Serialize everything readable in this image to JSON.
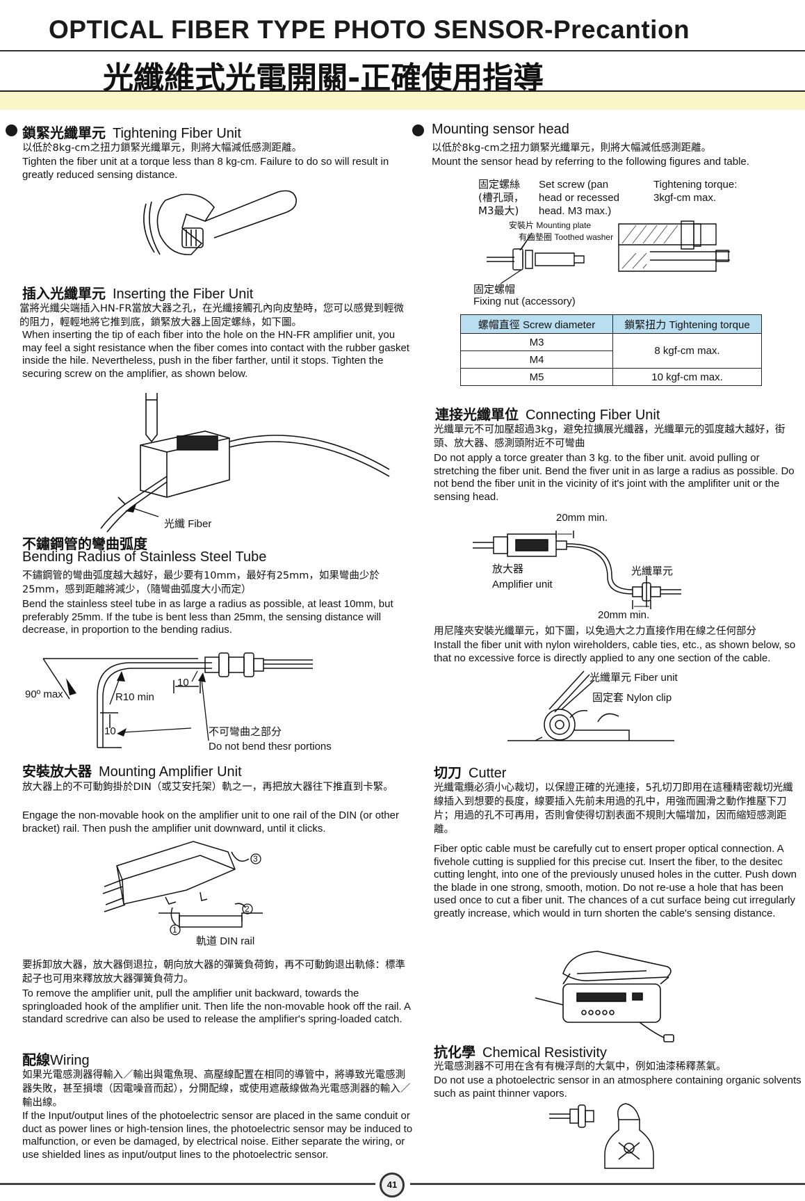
{
  "header": {
    "title_en": "OPTICAL FIBER TYPE PHOTO SENSOR-Precantion",
    "title_zh": "光纖維式光電開關-正確使用指導"
  },
  "tightening": {
    "title_zh": "鎖緊光纖單元",
    "title_en": "Tightening Fiber Unit",
    "text_zh": "以低於8kg-cm之扭力鎖緊光纖單元，則將大幅減低感測距離。",
    "text_en": "Tighten the fiber unit at a torque less than 8 kg-cm. Failure to do so will result in greatly reduced sensing distance."
  },
  "inserting": {
    "title_zh": "插入光纖單元",
    "title_en": "Inserting the Fiber Unit",
    "text_zh": "當將光纖尖端插入HN-FR當放大器之孔，在光纖接觸孔內向皮墊時，您可以感覺到輕微的阻力，輕輕地將它推到底，鎖緊放大器上固定螺絲，如下圖。",
    "text_en": "When inserting the tip of each fiber into the hole on the HN-FR amplifier unit, you may feel a sight resistance when the fiber comes into contact with the rubber gasket inside the hile. Nevertheless, push in the fiber farther, until it stops. Tighten the securing screw on the amplifier, as shown below.",
    "fiber_label_zh": "光纖",
    "fiber_label_en": "Fiber"
  },
  "bending": {
    "title_zh": "不鏽鋼管的彎曲弧度",
    "title_en": "Bending Radius of Stainless Steel Tube",
    "text_zh": "不鏽鋼管的彎曲弧度越大越好，最少要有10mm，最好有25mm，如果彎曲少於25mm，感到距離將減少，（隨彎曲弧度大小而定）",
    "text_en": "Bend the stainless steel tube in as large a radius as possible, at least 10mm, but preferably 25mm. If the tube is bent less than 25mm, the sensing distance will decrease, in proportion to the bending radius.",
    "label_90": "90º max",
    "label_r10": "R10 min",
    "label_10a": "10",
    "label_10b": "10",
    "note_zh": "不可彎曲之部分",
    "note_en": "Do not bend thesr portions"
  },
  "amplifier": {
    "title_zh": "安裝放大器",
    "title_en": "Mounting Amplifier Unit",
    "text_zh": "放大器上的不可動鉤掛於DIN（或艾安托架）軌之一，再把放大器往下推直到卡緊。",
    "text_en": "Engage the non-movable hook on the amplifier unit to one rail of the DIN (or other bracket) rail. Then push the amplifier unit downward, until it clicks.",
    "n1": "1",
    "n2": "2",
    "n3": "3",
    "din_zh": "軌道",
    "din_en": "DIN rail",
    "remove_zh": "要拆卸放大器，放大器倒退拉，朝向放大器的彈簧負荷鉤，再不可動鉤退出軌條：標準起子也可用來釋放放大器彈簧負荷力。",
    "remove_en": "To remove the amplifier unit, pull the amplifier unit backward, towards the springloaded hook of the amplifier unit. Then life the non-movable hook off the rail. A standard scredrive can also be used to release the amplifier's spring-loaded catch."
  },
  "wiring": {
    "title_zh": "配線",
    "title_en": "Wiring",
    "text_zh": "如果光電感測器得輸入／輸出與電魚現、高壓線配置在相同的導管中，將導致光電感測器失敗，甚至損壞（因電噪音而起），分開配線，或使用遮蔽線做為光電感測器的輸入／輸出線。",
    "text_en": "If the Input/output lines of the photoelectric sensor are placed in the same conduit or duct as power lines or high-tension lines, the photoelectric sensor may be induced to malfunction, or even be damaged, by electrical noise. Either separate the wiring, or use shielded lines as input/output lines to the photoelectric sensor."
  },
  "mounting_head": {
    "title_en": "Mounting sensor head",
    "text_zh": "以低於8kg-cm之扭力鎖緊光纖單元，則將大幅減低感測距離。",
    "text_en": "Mount the sensor head by referring to the following figures and table.",
    "screw_zh1": "固定螺絲",
    "screw_zh2": "(槽孔頭，",
    "screw_zh3": "M3最大)",
    "screw_en1": "Set screw (pan",
    "screw_en2": "head or recessed",
    "screw_en3": "head. M3 max.)",
    "torque_en1": "Tightening torque:",
    "torque_en2": "3kgf-cm max.",
    "plate_zh": "安裝片",
    "plate_en": "Mounting plate",
    "washer_zh": "有齒墊圈",
    "washer_en": "Toothed washer",
    "nut_zh": "固定螺帽",
    "nut_en": "Fixing nut (accessory)",
    "table": {
      "h1_zh": "螺帽直徑",
      "h1_en": "Screw diameter",
      "h2_zh": "鎖緊扭力",
      "h2_en": "Tightening torque",
      "r1": "M3",
      "r2": "M4",
      "r3": "M5",
      "v12": "8 kgf-cm max.",
      "v3": "10 kgf-cm max."
    }
  },
  "connecting": {
    "title_zh": "連接光纖單位",
    "title_en": "Connecting Fiber Unit",
    "text_zh": "光纖單元不可加壓超過3kg，避免拉擴展光纖器，光纖單元的弧度越大越好，街頭、放大器、感測頭附近不可彎曲",
    "text_en": "Do not apply a torce greater than 3 kg. to the fiber unit. avoid pulling or stretching the fiber unit. Bend the fiver unit in as large a radius as possible. Do not bend the fiber unit in the vicinity of it's joint with the amplifiter unit or the sensing head.",
    "min1": "20mm min.",
    "min2": "20mm min.",
    "amp_zh": "放大器",
    "amp_en": "Amplifier unit",
    "fiber_zh": "光纖單元",
    "nylon_zh": "用尼隆夾安裝光纖單元，如下圖，以免過大之力直接作用在線之任何部分",
    "nylon_en": "Install the fiber unit with nylon wireholders, cable ties, etc., as shown below, so that no excessive force is directly applied to any one section of the cable.",
    "fu_zh": "光纖單元",
    "fu_en": "Fiber unit",
    "clip_zh": "固定套",
    "clip_en": "Nylon clip"
  },
  "cutter": {
    "title_zh": "切刀",
    "title_en": "Cutter",
    "text_zh": "光纖電纜必須小心裁切，以保證正確的光連接，5孔切刀即用在這種精密裁切光纖線插入到想要的長度，線要插入先前未用過的孔中，用強而圓滑之動作推壓下刀片；用過的孔不可再用，否則會使得切割表面不規則大幅增加，因而縮短感測距離。",
    "text_en": "Fiber optic cable must be carefully cut to ensert proper optical connection. A fivehole cutting is supplied for this precise cut. Insert the fiber, to the desitec cutting lenght, into one of the previously unused holes in the cutter. Push down the blade in one strong, smooth, motion. Do not re-use a hole that has been used once to cut a fiber unit. The chances of a cut surface being cut irregularly greatly increase, which would in turn shorten the cable's sensing distance."
  },
  "chemical": {
    "title_zh": "抗化學",
    "title_en": "Chemical Resistivity",
    "text_zh": "光電感測器不可用在含有有機浮劑的大氣中，例如油漆稀釋蒸氣。",
    "text_en": "Do not use a photoelectric sensor in an atmosphere containing organic solvents such as paint thinner vapors."
  },
  "footer": {
    "page": "41"
  }
}
